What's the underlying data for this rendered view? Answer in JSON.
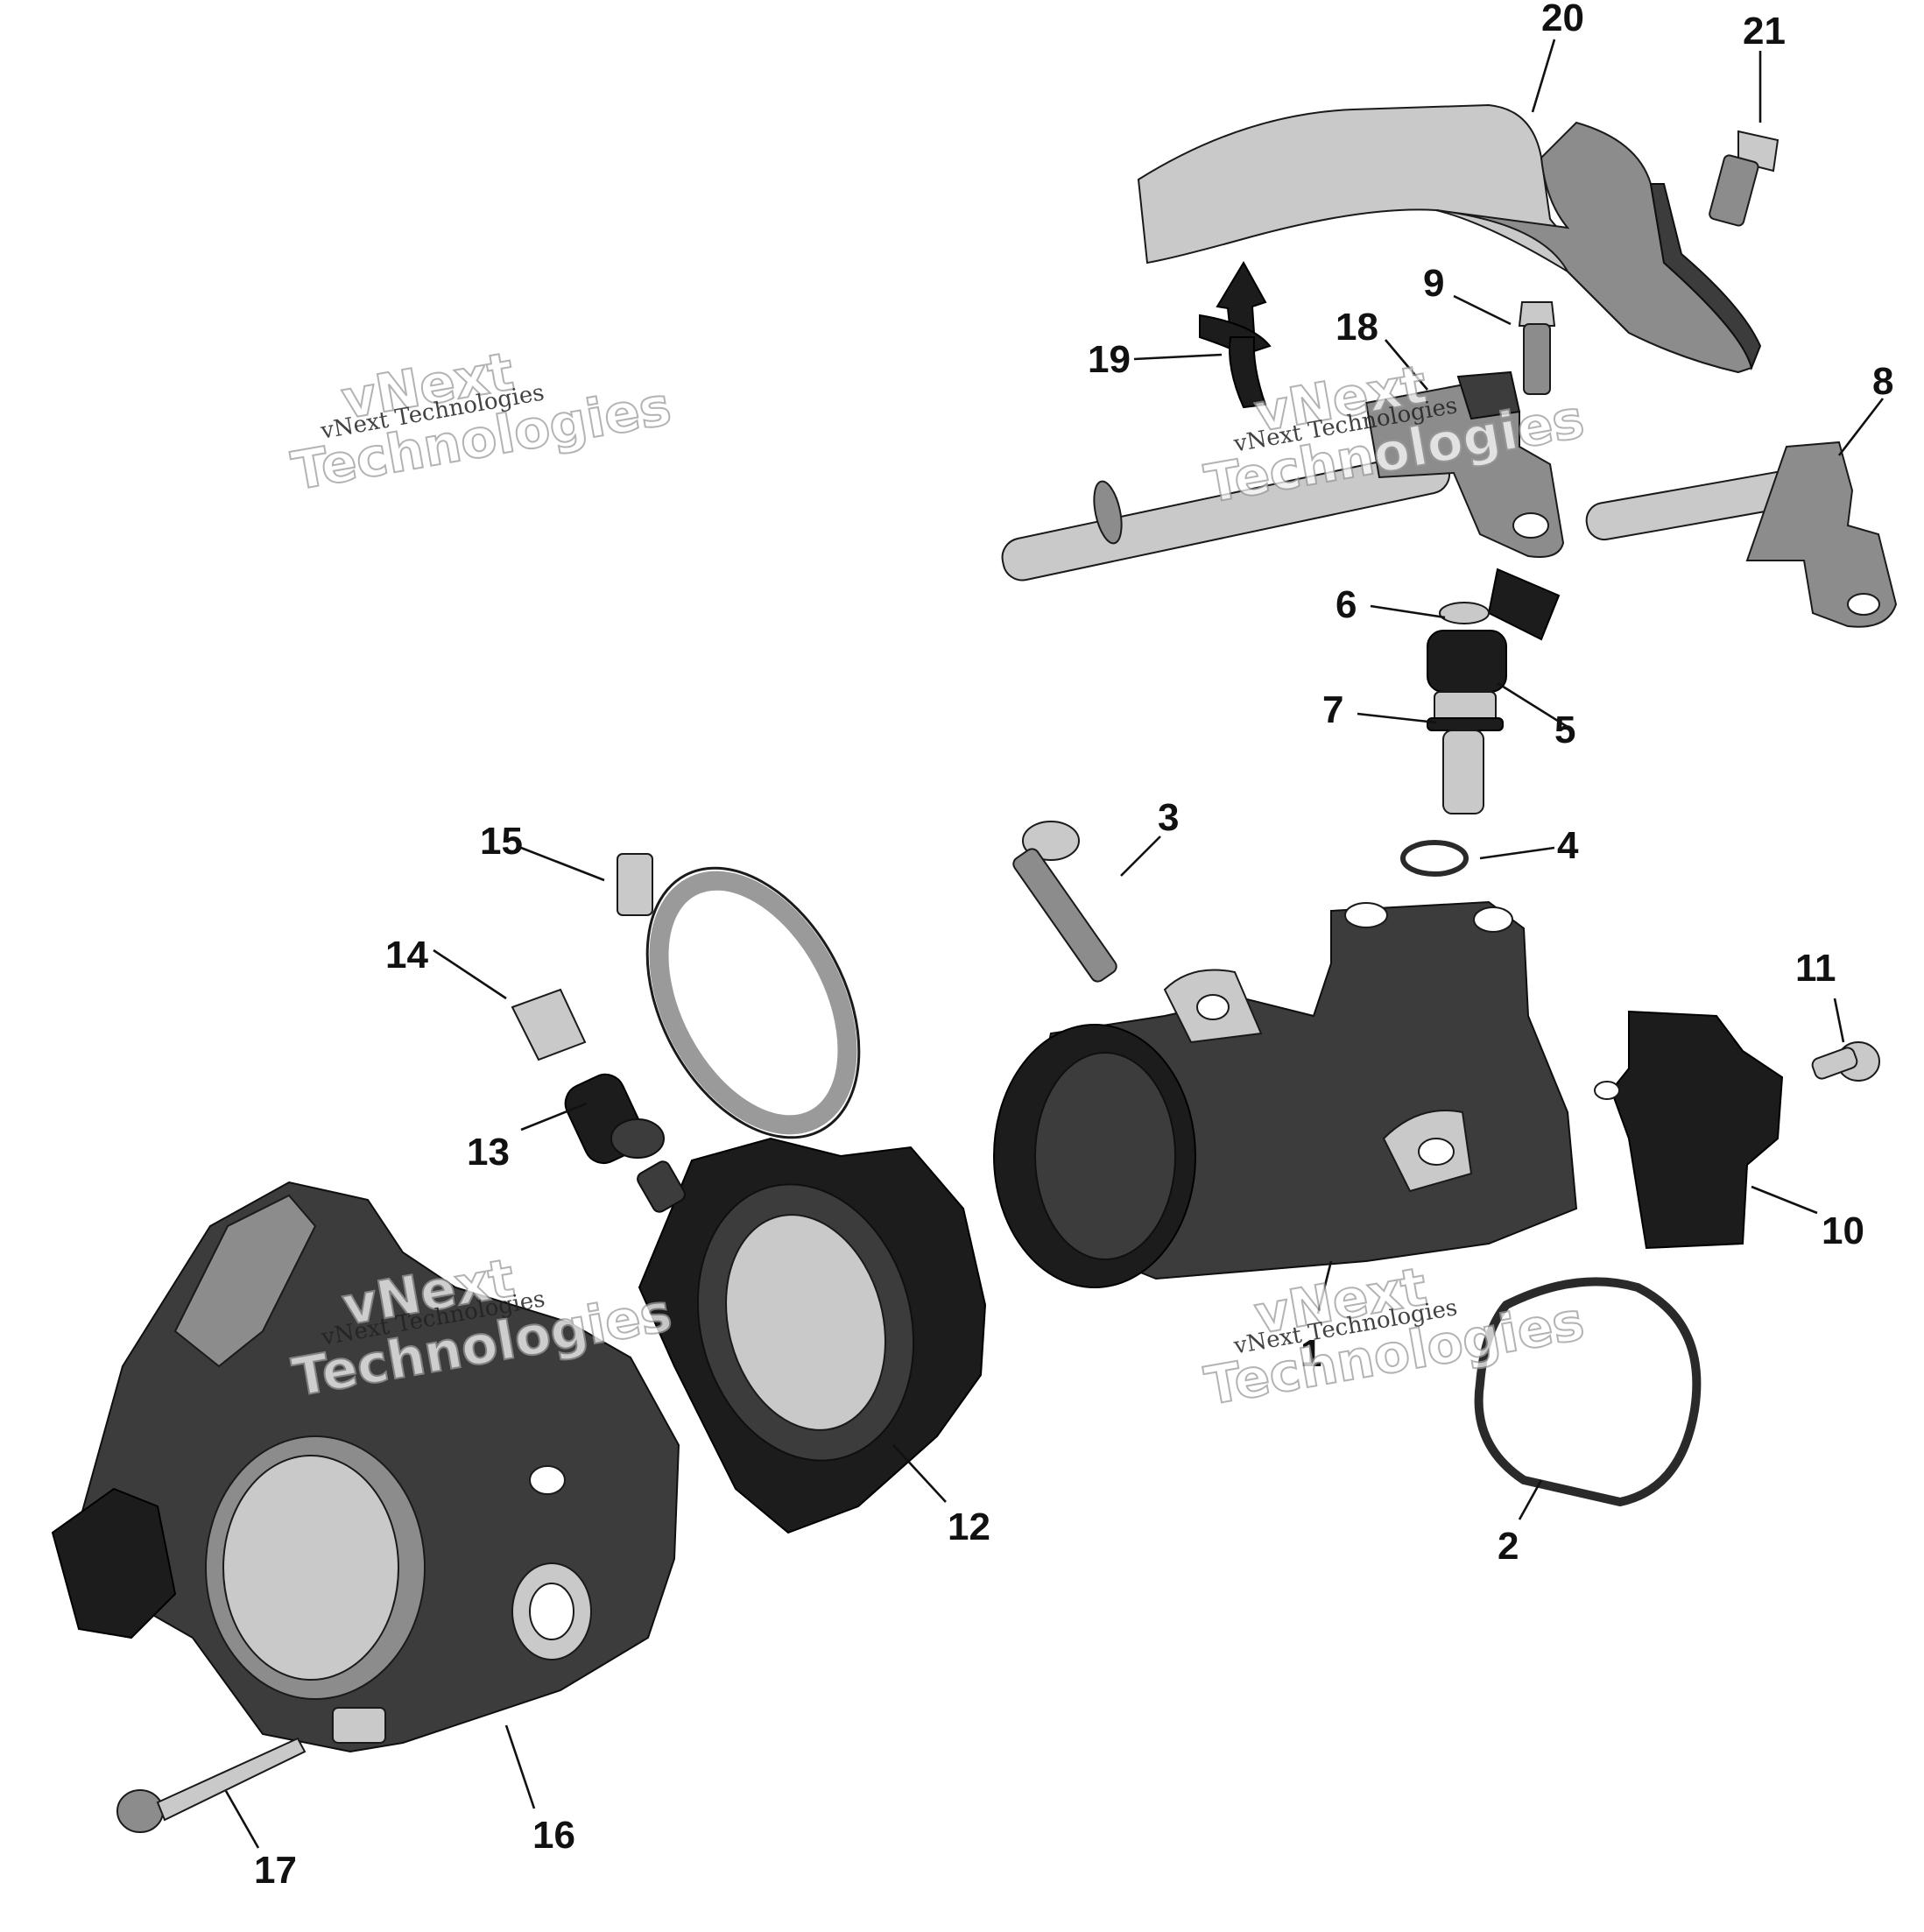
{
  "watermark": {
    "small": "vNext Technologies",
    "big_line1": "vNext",
    "big_line2": "Technologies"
  },
  "callouts": {
    "c1": "1",
    "c2": "2",
    "c3": "3",
    "c4": "4",
    "c5": "5",
    "c6": "6",
    "c7": "7",
    "c8": "8",
    "c9": "9",
    "c10": "10",
    "c11": "11",
    "c12": "12",
    "c13": "13",
    "c14": "14",
    "c15": "15",
    "c16": "16",
    "c17": "17",
    "c18": "18",
    "c19": "19",
    "c20": "20",
    "c21": "21"
  }
}
